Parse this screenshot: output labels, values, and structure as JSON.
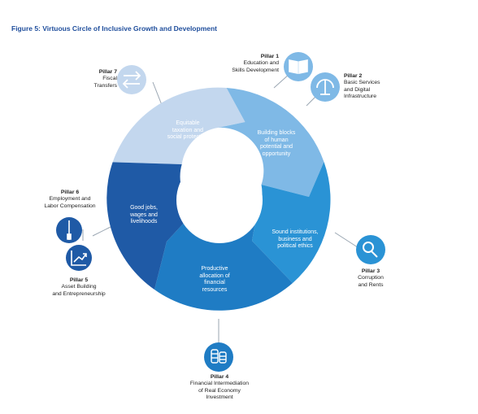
{
  "title": "Figure 5: Virtuous Circle of Inclusive Growth and Development",
  "segments": [
    {
      "label": "Equitable\ntaxation and\nsocial protection",
      "color": "#c3d7ee"
    },
    {
      "label": "Building blocks\nof human\npotential and\nopportunity",
      "color": "#7fb9e6"
    },
    {
      "label": "Sound institutions,\nbusiness and\npolitical ethics",
      "color": "#2a93d5"
    },
    {
      "label": "Productive\nallocation of\nfinancial\nresources",
      "color": "#1f7cc4"
    },
    {
      "label": "Good jobs,\nwages and\nlivelihoods",
      "color": "#1f5aa6"
    }
  ],
  "pillars": [
    {
      "name": "Pillar 1",
      "desc": "Education and\nSkills Development",
      "icon": "book-icon"
    },
    {
      "name": "Pillar 2",
      "desc": "Basic Services\nand Digital\nInfrastructure",
      "icon": "tap-icon"
    },
    {
      "name": "Pillar 3",
      "desc": "Corruption\nand Rents",
      "icon": "magnifier-icon"
    },
    {
      "name": "Pillar 4",
      "desc": "Financial Intermediation\nof Real Economy\nInvestment",
      "icon": "coins-icon"
    },
    {
      "name": "Pillar 5",
      "desc": "Asset Building\nand Entrepreneurship",
      "icon": "growth-chart-icon"
    },
    {
      "name": "Pillar 6",
      "desc": "Employment and\nLabor Compensation",
      "icon": "tie-icon"
    },
    {
      "name": "Pillar 7",
      "desc": "Fiscal\nTransfers",
      "icon": "transfer-arrows-icon"
    }
  ]
}
